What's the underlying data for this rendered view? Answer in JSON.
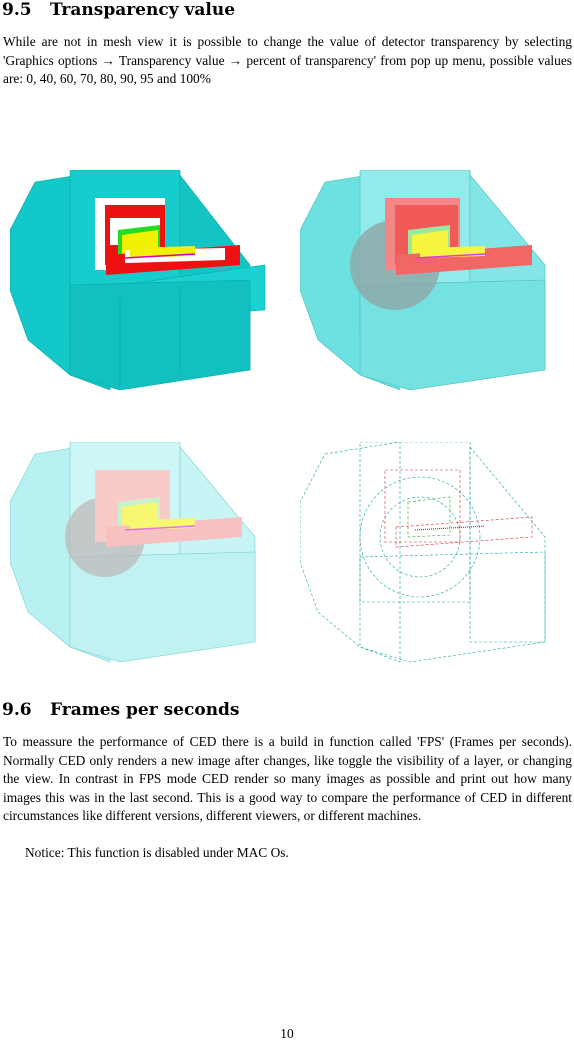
{
  "section_1": {
    "number": "9.5",
    "title": "Transparency value",
    "body": "While are not in mesh view it is possible to change the value of detector transparency by selecting 'Graphics options → Transparency value → percent of transparency' from pop up menu, possible values are: 0, 40, 60, 70, 80, 90, 95 and 100%"
  },
  "figures": [
    {
      "name": "detector-render-opaque",
      "opacity_fraction": 1.0,
      "wireframe": false
    },
    {
      "name": "detector-render-semi-transparent",
      "opacity_fraction": 0.6,
      "wireframe": false
    },
    {
      "name": "detector-render-high-transparent",
      "opacity_fraction": 0.3,
      "wireframe": false
    },
    {
      "name": "detector-render-wireframe",
      "opacity_fraction": 0.0,
      "wireframe": true
    }
  ],
  "colors": {
    "cyan": "#13c8c8",
    "red": "#ee1111",
    "yellow": "#f2f200",
    "green": "#22dd22",
    "magenta": "#cc00cc",
    "white": "#ffffff"
  },
  "section_2": {
    "number": "9.6",
    "title": "Frames per seconds",
    "body": "To meassure the performance of CED there is a build in function called 'FPS' (Frames per seconds). Normally CED only renders a new image after changes, like toggle the visibility of a layer, or changing the view. In contrast in FPS mode CED render so many images as possible and print out how many images this was in the last second. This is a good way to compare the performance of CED in different circumstances like different versions, different viewers, or different machines.",
    "notice": "Notice: This function is disabled under MAC Os."
  },
  "page_number": "10"
}
